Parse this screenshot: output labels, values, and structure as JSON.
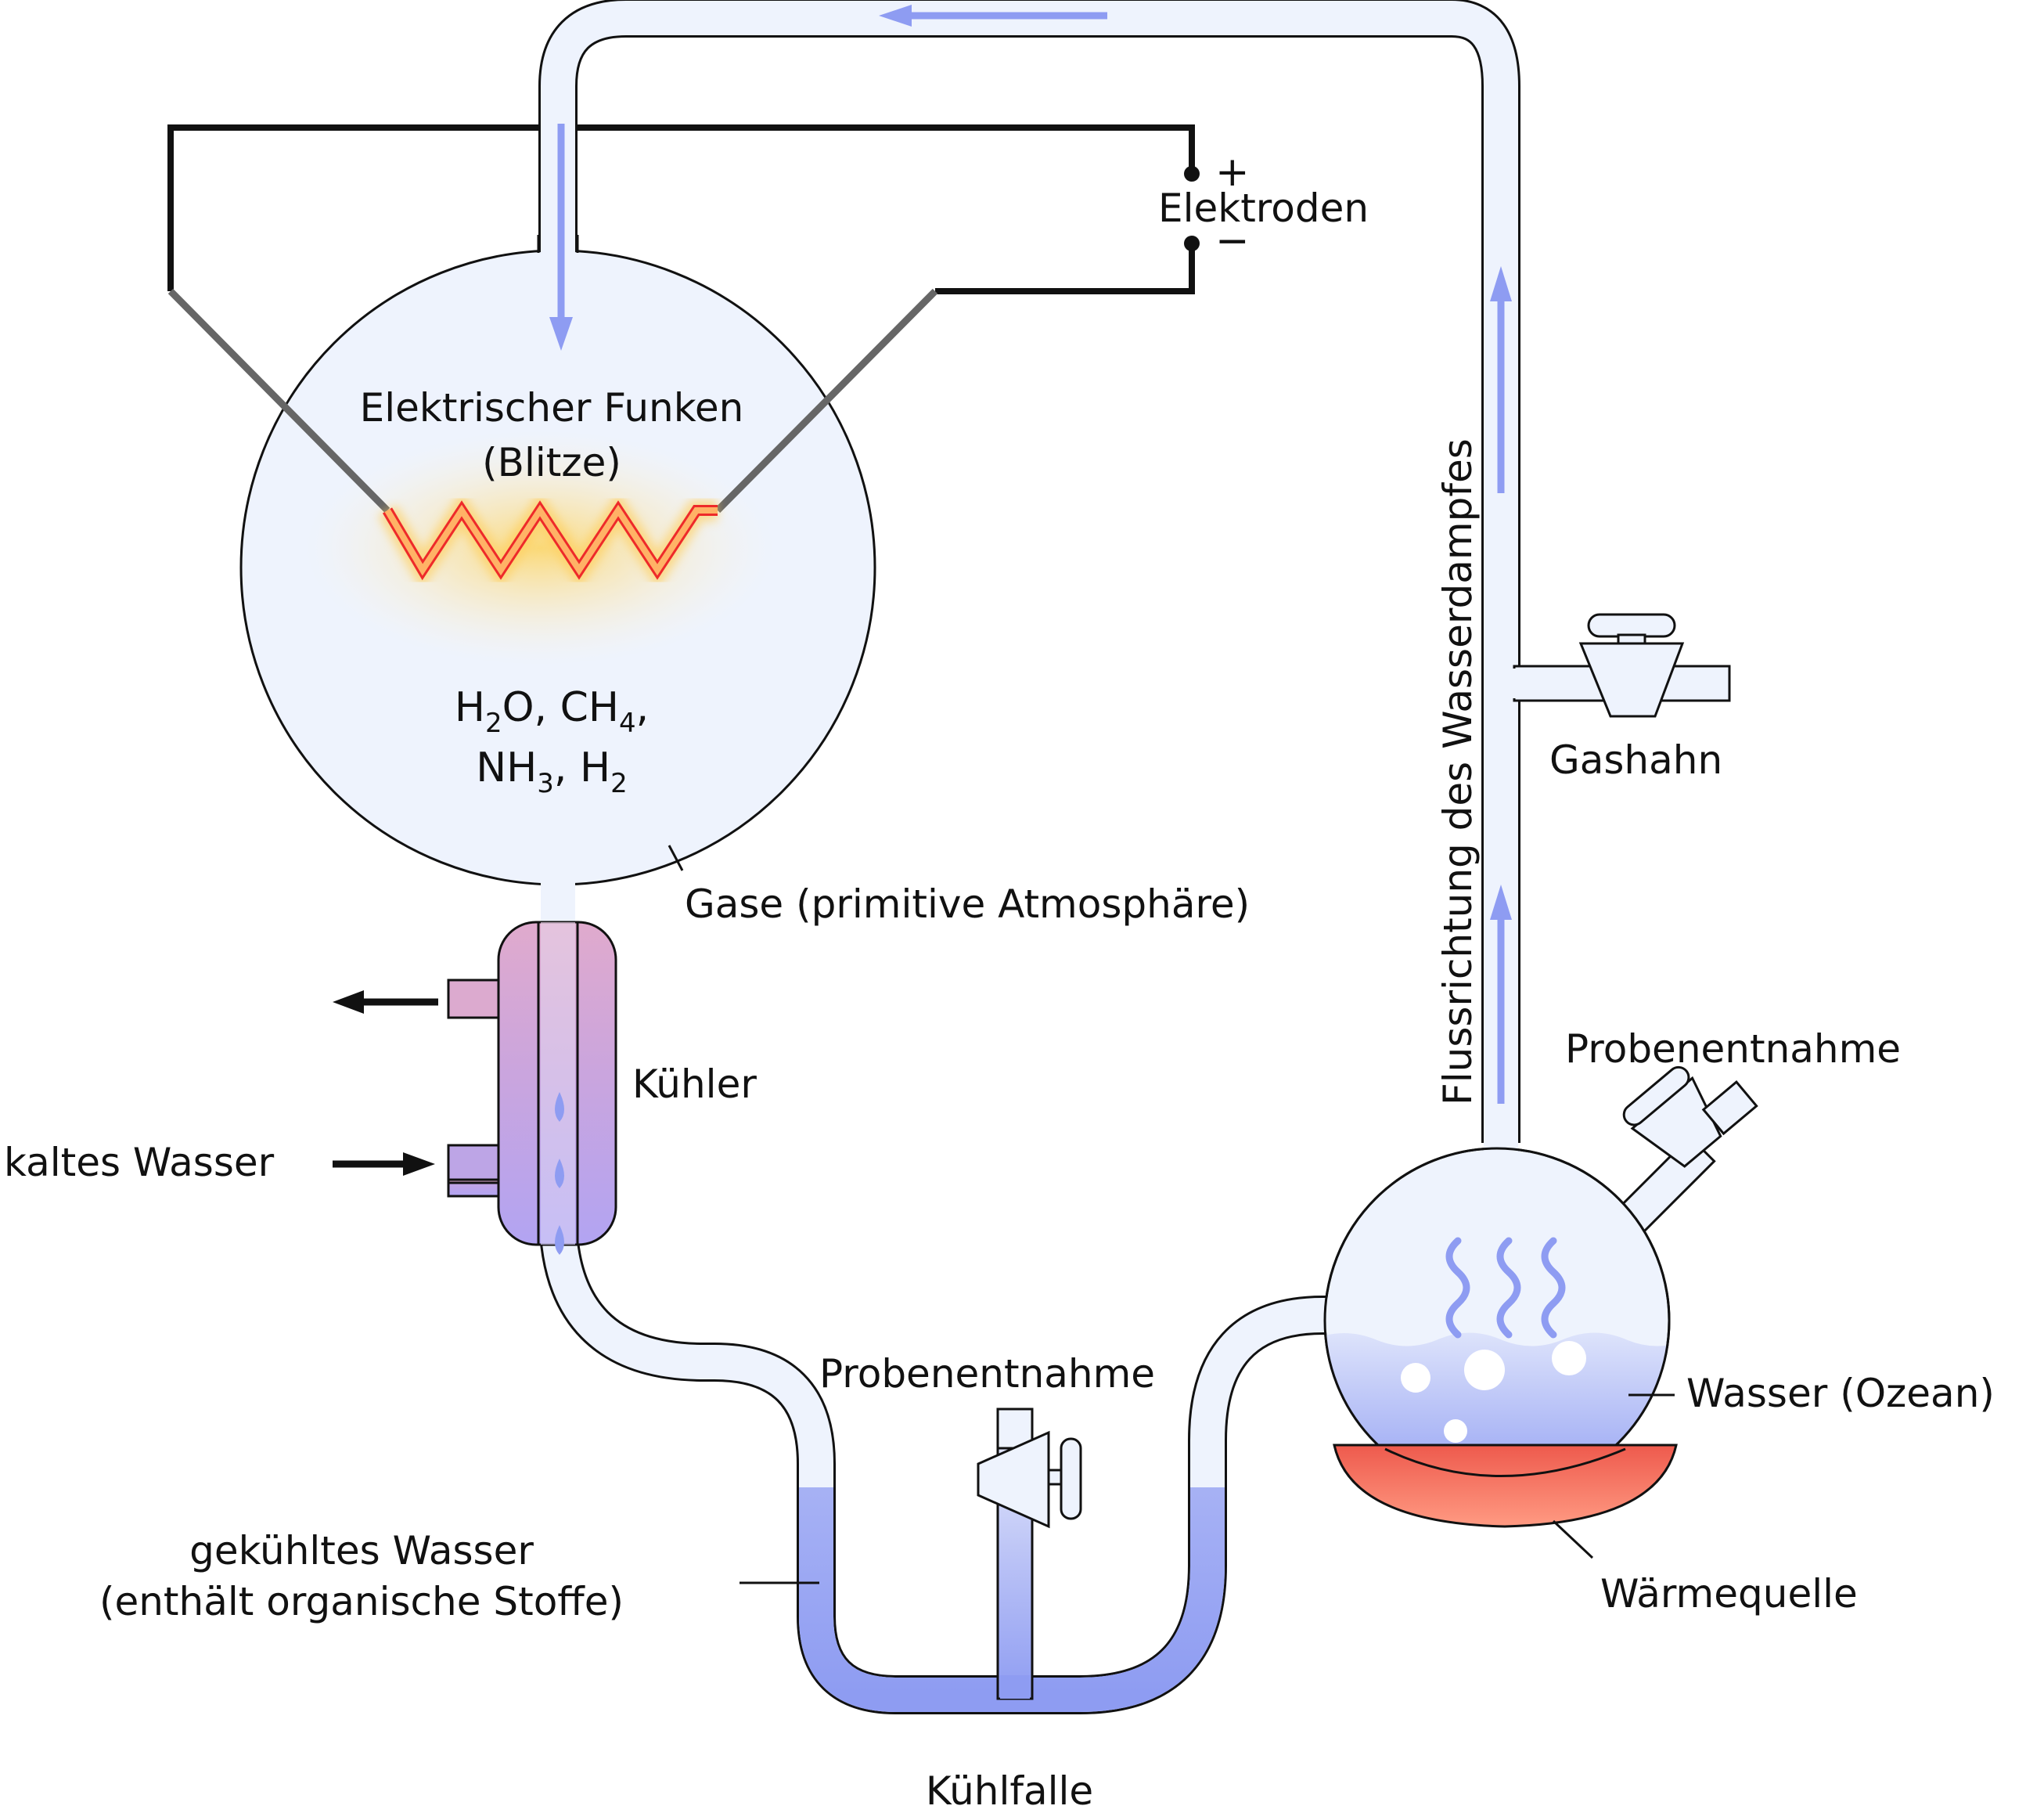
{
  "labels": {
    "electrodes": "Elektroden",
    "plus": "+",
    "minus": "−",
    "spark_line1": "Elektrischer Funken",
    "spark_line2": "(Blitze)",
    "gases": "Gase (primitive Atmosphäre)",
    "cooler": "Kühler",
    "cold_water": "kaltes Wasser",
    "sampling_bottom": "Probenentnahme",
    "cooled_water_line1": "gekühltes Wasser",
    "cooled_water_line2": "(enthält organische Stoffe)",
    "cold_trap": "Kühlfalle",
    "flow_direction": "Flussrichtung des Wasserdampfes",
    "gas_tap": "Gashahn",
    "sampling_right": "Probenentnahme",
    "water_ocean": "Wasser (Ozean)",
    "heat_source": "Wärmequelle"
  },
  "formula": {
    "line1": {
      "h": "H",
      "sub2a": "2",
      "o_ch": "O, CH",
      "sub4": "4",
      "comma": ","
    },
    "line2": {
      "nh": "NH",
      "sub3": "3",
      "h2": ", H",
      "sub2b": "2"
    }
  },
  "colors": {
    "outline": "#111111",
    "glass": "#eef3fd",
    "flow_arrow": "#8e9cf2",
    "water_light": "#dde3fb",
    "water_dark": "#8e9cf2",
    "cooler_top": "#e0aacd",
    "cooler_bottom": "#b2a4f2",
    "spark_fill": "#ffb266",
    "spark_edge": "#ee2a2a",
    "heat_top": "#ee5a4d",
    "heat_bottom": "#ff9a82"
  }
}
